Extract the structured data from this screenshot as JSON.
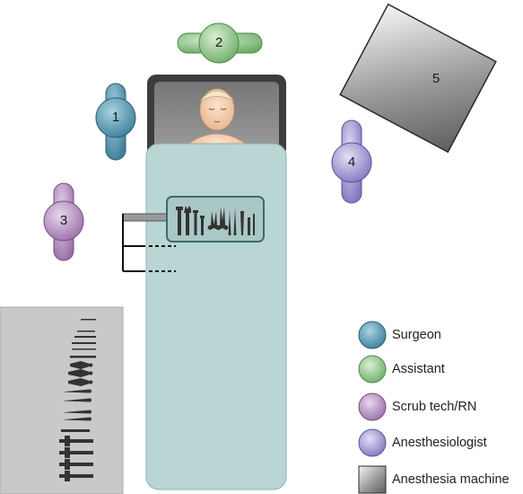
{
  "colors": {
    "surgeon": "#5b97b0",
    "assistant": "#8fc48a",
    "scrub": "#b58fc0",
    "anesthesiologist": "#a49ad2",
    "machine": "#8f8f8f",
    "drape": "#b9d6d4",
    "table": "#555555",
    "instrument_tray": "#c9c9c9"
  },
  "markers": [
    {
      "role": "surgeon",
      "number": "1"
    },
    {
      "role": "assistant",
      "number": "2"
    },
    {
      "role": "scrub",
      "number": "3"
    },
    {
      "role": "anesthesiologist",
      "number": "4"
    }
  ],
  "machine": {
    "number": "5"
  },
  "legend": [
    {
      "key": "surgeon",
      "label": "Surgeon",
      "icon": "circle-marker"
    },
    {
      "key": "assistant",
      "label": "Assistant",
      "icon": "circle-marker"
    },
    {
      "key": "scrub",
      "label": "Scrub tech/RN",
      "icon": "circle-marker"
    },
    {
      "key": "anesthesiologist",
      "label": "Anesthesiologist",
      "icon": "circle-marker"
    },
    {
      "key": "machine",
      "label": "Anesthesia machine",
      "icon": "square-marker"
    }
  ]
}
